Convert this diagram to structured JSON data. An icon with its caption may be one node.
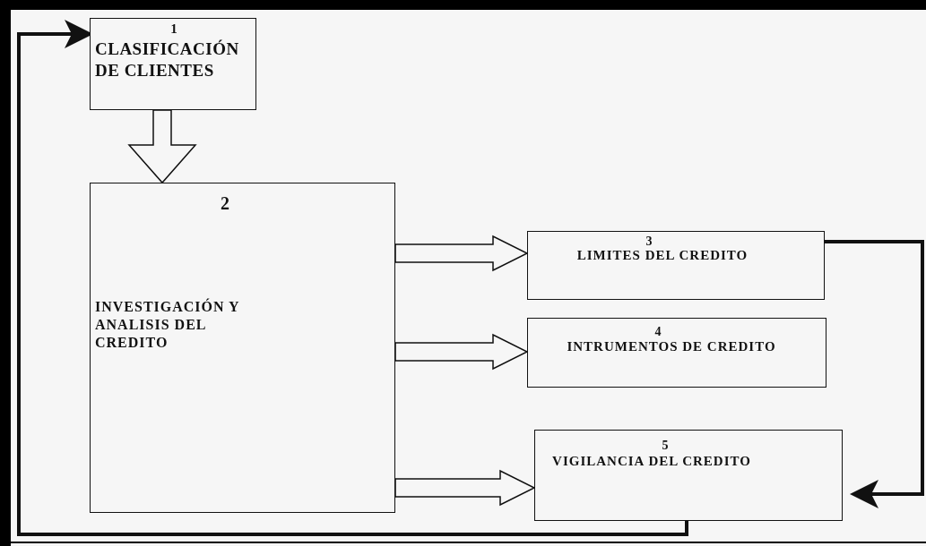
{
  "diagram": {
    "nodes": [
      {
        "text": [
          "1",
          "CLASIFICACIÓN DE CLIENTES"
        ]
      },
      {
        "text": [
          "2",
          "INVESTIGACIÓN Y ANALISIS DEL CREDITO"
        ]
      },
      {
        "text": [
          "3",
          "LIMITES DEL CREDITO"
        ]
      },
      {
        "text": [
          "4",
          "INTRUMENTOS DE CREDITO"
        ]
      },
      {
        "text": [
          "5",
          "VIGILANCIA DEL CREDITO"
        ]
      }
    ],
    "edges": [
      {
        "from": 0,
        "to": 1,
        "arrow": "to",
        "style": "thick"
      },
      {
        "from": 1,
        "to": 2,
        "arrow": "to",
        "style": "thick"
      },
      {
        "from": 1,
        "to": 3,
        "arrow": "to",
        "style": "thick"
      },
      {
        "from": 1,
        "to": 4,
        "arrow": "to",
        "style": "thick"
      },
      {
        "from": 2,
        "to": 4,
        "arrow": "to"
      },
      {
        "from": 4,
        "to": 0,
        "arrow": "to"
      }
    ]
  }
}
